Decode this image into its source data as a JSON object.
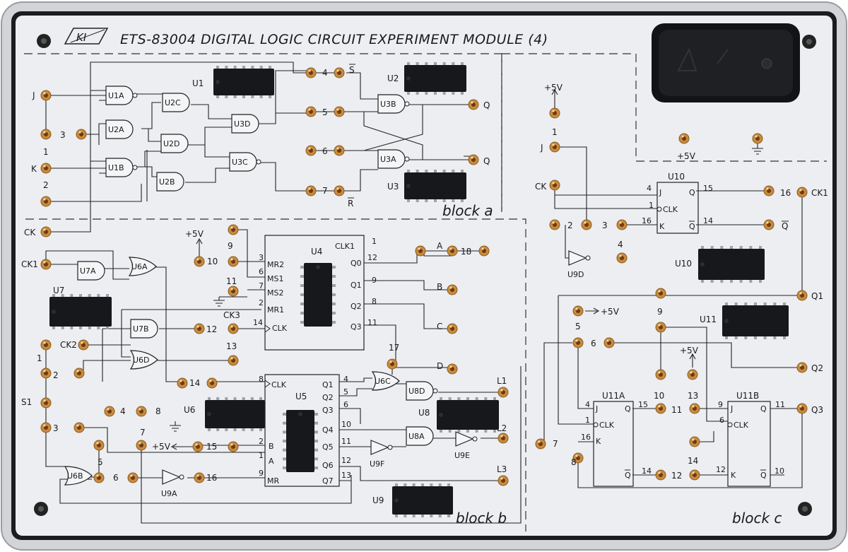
{
  "module": {
    "brand": "KI",
    "title": "ETS-83004 DIGITAL LOGIC CIRCUIT EXPERIMENT MODULE (4)"
  },
  "blocks": [
    {
      "id": "a",
      "label": "block a"
    },
    {
      "id": "b",
      "label": "block b"
    },
    {
      "id": "c",
      "label": "block c"
    }
  ],
  "chips": [
    "U1",
    "U2",
    "U3",
    "U4",
    "U5",
    "U6",
    "U7",
    "U8",
    "U9",
    "U10",
    "U11"
  ],
  "gates": [
    {
      "id": "u1a",
      "label": "U1A",
      "kind": "and",
      "bubble": true
    },
    {
      "id": "u2a",
      "label": "U2A",
      "kind": "and",
      "bubble": false
    },
    {
      "id": "u1b",
      "label": "U1B",
      "kind": "and",
      "bubble": true
    },
    {
      "id": "u2c",
      "label": "U2C",
      "kind": "and",
      "bubble": false
    },
    {
      "id": "u2d",
      "label": "U2D",
      "kind": "and",
      "bubble": false
    },
    {
      "id": "u2b",
      "label": "U2B",
      "kind": "and",
      "bubble": false
    },
    {
      "id": "u3d",
      "label": "U3D",
      "kind": "and",
      "bubble": false
    },
    {
      "id": "u3c",
      "label": "U3C",
      "kind": "and",
      "bubble": true
    },
    {
      "id": "u3b",
      "label": "U3B",
      "kind": "and",
      "bubble": true
    },
    {
      "id": "u3a",
      "label": "U3A",
      "kind": "and",
      "bubble": true
    },
    {
      "id": "u7a",
      "label": "U7A",
      "kind": "and",
      "bubble": false
    },
    {
      "id": "u7b",
      "label": "U7B",
      "kind": "and",
      "bubble": false
    },
    {
      "id": "u6a",
      "label": "U6A",
      "kind": "or",
      "bubble": false
    },
    {
      "id": "u6d",
      "label": "U6D",
      "kind": "or",
      "bubble": false
    },
    {
      "id": "u6b",
      "label": "U6B",
      "kind": "or",
      "bubble": false
    },
    {
      "id": "u6c",
      "label": "U6C",
      "kind": "or",
      "bubble": false
    },
    {
      "id": "u8d",
      "label": "U8D",
      "kind": "and",
      "bubble": true
    },
    {
      "id": "u8a",
      "label": "U8A",
      "kind": "and",
      "bubble": false
    },
    {
      "id": "u9a",
      "label": "U9A",
      "kind": "not",
      "bubble": true
    },
    {
      "id": "u9d",
      "label": "U9D",
      "kind": "not",
      "bubble": true
    },
    {
      "id": "u9e",
      "label": "U9E",
      "kind": "not",
      "bubble": true
    },
    {
      "id": "u9f",
      "label": "U9F",
      "kind": "not",
      "bubble": true
    }
  ],
  "u4": {
    "name": "U4",
    "pins_left": [
      {
        "num": "3",
        "name": "MR2"
      },
      {
        "num": "6",
        "name": "MS1"
      },
      {
        "num": "7",
        "name": "MS2"
      },
      {
        "num": "2",
        "name": "MR1"
      },
      {
        "num": "14",
        "name": "CLK"
      }
    ],
    "pins_right": [
      {
        "num": "1",
        "name": "CLK1"
      },
      {
        "num": "12",
        "name": "Q0"
      },
      {
        "num": "9",
        "name": "Q1"
      },
      {
        "num": "8",
        "name": "Q2"
      },
      {
        "num": "11",
        "name": "Q3"
      }
    ]
  },
  "u5": {
    "name": "U5",
    "pins_left": [
      {
        "num": "8",
        "name": "CLK"
      },
      {
        "num": "2",
        "name": "B"
      },
      {
        "num": "1",
        "name": "A"
      },
      {
        "num": "9",
        "name": "MR"
      }
    ],
    "pins_right": [
      {
        "num": "4",
        "name": "Q1"
      },
      {
        "num": "5",
        "name": "Q2"
      },
      {
        "num": "6",
        "name": "Q3"
      },
      {
        "num": "10",
        "name": "Q4"
      },
      {
        "num": "11",
        "name": "Q5"
      },
      {
        "num": "12",
        "name": "Q6"
      },
      {
        "num": "13",
        "name": "Q7"
      }
    ]
  },
  "u10": {
    "name": "U10",
    "pin_j": {
      "num": "4",
      "name": "J"
    },
    "pin_clk": {
      "num": "1",
      "name": "CLK"
    },
    "pin_k": {
      "num": "16",
      "name": "K"
    },
    "pin_q": {
      "num": "15",
      "name": "Q"
    },
    "pin_qbar": {
      "num": "14",
      "name": "Q"
    }
  },
  "u11a": {
    "name": "U11A",
    "pin_j": {
      "num": "4",
      "name": "J"
    },
    "pin_clk": {
      "num": "1",
      "name": "CLK"
    },
    "pin_k": {
      "num": "16",
      "name": "K"
    },
    "pin_q": {
      "num": "15",
      "name": "Q"
    },
    "pin_qbar": {
      "num": "14",
      "name": "Q"
    }
  },
  "u11b": {
    "name": "U11B",
    "pin_j": {
      "num": "9",
      "name": "J"
    },
    "pin_clk": {
      "num": "6",
      "name": "CLK"
    },
    "pin_k": {
      "num": "12",
      "name": "K"
    },
    "pin_q": {
      "num": "11",
      "name": "Q"
    },
    "pin_qbar": {
      "num": "10",
      "name": "Q"
    }
  },
  "terminal_labels": [
    {
      "id": "a_j",
      "text": "J"
    },
    {
      "id": "a_3",
      "text": "3"
    },
    {
      "id": "a_1",
      "text": "1"
    },
    {
      "id": "a_k",
      "text": "K"
    },
    {
      "id": "a_2",
      "text": "2"
    },
    {
      "id": "a_ck",
      "text": "CK"
    },
    {
      "id": "a_4",
      "text": "4"
    },
    {
      "id": "a_s",
      "text": "S"
    },
    {
      "id": "a_5",
      "text": "5"
    },
    {
      "id": "a_6",
      "text": "6"
    },
    {
      "id": "a_7",
      "text": "7"
    },
    {
      "id": "a_r",
      "text": "R"
    },
    {
      "id": "a_q",
      "text": "Q"
    },
    {
      "id": "a_qbar",
      "text": "Q"
    },
    {
      "id": "b_9",
      "text": "9"
    },
    {
      "id": "b_p5v",
      "text": "+5V"
    },
    {
      "id": "b_10",
      "text": "10"
    },
    {
      "id": "b_11",
      "text": "11"
    },
    {
      "id": "b_12",
      "text": "12"
    },
    {
      "id": "b_ck3",
      "text": "CK3"
    },
    {
      "id": "b_13",
      "text": "13"
    },
    {
      "id": "b_ck1",
      "text": "CK1"
    },
    {
      "id": "b_ck2",
      "text": "CK2"
    },
    {
      "id": "b_1",
      "text": "1"
    },
    {
      "id": "b_2",
      "text": "2"
    },
    {
      "id": "b_s1",
      "text": "S1"
    },
    {
      "id": "b_3",
      "text": "3"
    },
    {
      "id": "b_4",
      "text": "4"
    },
    {
      "id": "b_8",
      "text": "8"
    },
    {
      "id": "b_14",
      "text": "14"
    },
    {
      "id": "b_7",
      "text": "7"
    },
    {
      "id": "b_p5v2",
      "text": "+5V"
    },
    {
      "id": "b_15",
      "text": "15"
    },
    {
      "id": "b_5",
      "text": "5"
    },
    {
      "id": "b_6",
      "text": "6"
    },
    {
      "id": "b_16",
      "text": "16"
    },
    {
      "id": "b_a",
      "text": "A"
    },
    {
      "id": "b_18",
      "text": "18"
    },
    {
      "id": "b_b",
      "text": "B"
    },
    {
      "id": "b_c",
      "text": "C"
    },
    {
      "id": "b_d",
      "text": "D"
    },
    {
      "id": "b_17",
      "text": "17"
    },
    {
      "id": "b_l1",
      "text": "L1"
    },
    {
      "id": "b_l2",
      "text": "L2"
    },
    {
      "id": "b_l3",
      "text": "L3"
    },
    {
      "id": "c_p5v",
      "text": "+5V"
    },
    {
      "id": "c_1",
      "text": "1"
    },
    {
      "id": "c_j",
      "text": "J"
    },
    {
      "id": "c_ck",
      "text": "CK"
    },
    {
      "id": "c_2",
      "text": "2"
    },
    {
      "id": "c_3",
      "text": "3"
    },
    {
      "id": "c_4",
      "text": "4"
    },
    {
      "id": "c_16",
      "text": "16"
    },
    {
      "id": "c_ck1",
      "text": "CK1"
    },
    {
      "id": "c_qbar",
      "text": "Q"
    },
    {
      "id": "c_p5v_top",
      "text": "+5V"
    },
    {
      "id": "c_q1",
      "text": "Q1"
    },
    {
      "id": "c_p5v2",
      "text": "+5V"
    },
    {
      "id": "c_9",
      "text": "9"
    },
    {
      "id": "c_5",
      "text": "5"
    },
    {
      "id": "c_6",
      "text": "6"
    },
    {
      "id": "c_p5v3",
      "text": "+5V"
    },
    {
      "id": "c_q2",
      "text": "Q2"
    },
    {
      "id": "c_10",
      "text": "10"
    },
    {
      "id": "c_13",
      "text": "13"
    },
    {
      "id": "c_11",
      "text": "11"
    },
    {
      "id": "c_q3",
      "text": "Q3"
    },
    {
      "id": "c_7",
      "text": "7"
    },
    {
      "id": "c_14",
      "text": "14"
    },
    {
      "id": "c_8",
      "text": "8"
    },
    {
      "id": "c_12",
      "text": "12"
    }
  ],
  "colors": {
    "panel": "#eceef1",
    "frame": "#c9cbce",
    "line": "#222222",
    "terminal": "#c98a3d",
    "terminal_core": "#6b3b12",
    "chip": "#17181b",
    "battery_box": "#121316"
  }
}
